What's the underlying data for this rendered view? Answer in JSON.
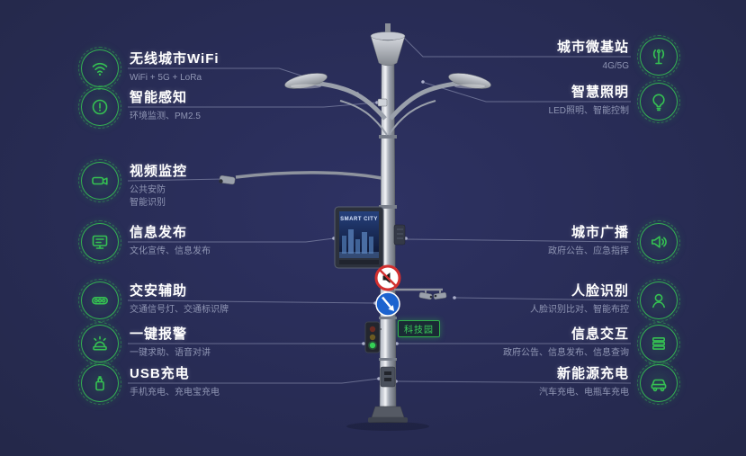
{
  "theme": {
    "background": "#282c55",
    "accent": "#2fb34a",
    "title_color": "#ffffff",
    "desc_color": "#9096b4",
    "line_color": "#a6abc8"
  },
  "pole": {
    "screen_title": "SMART CITY",
    "tag": "科技园"
  },
  "features_left": [
    {
      "icon": "wifi-icon",
      "title": "无线城市WiFi",
      "desc": "WiFi + 5G + LoRa"
    },
    {
      "icon": "sensor-icon",
      "title": "智能感知",
      "desc": "环境监测、PM2.5"
    },
    {
      "icon": "camera-icon",
      "title": "视频监控",
      "desc": "公共安防",
      "desc2": "智能识别"
    },
    {
      "icon": "screen-icon",
      "title": "信息发布",
      "desc": "文化宣传、信息发布"
    },
    {
      "icon": "traffic-icon",
      "title": "交安辅助",
      "desc": "交通信号灯、交通标识牌"
    },
    {
      "icon": "alarm-icon",
      "title": "一键报警",
      "desc": "一键求助、语音对讲"
    },
    {
      "icon": "usb-icon",
      "title": "USB充电",
      "desc": "手机充电、充电宝充电"
    }
  ],
  "features_right": [
    {
      "icon": "antenna-icon",
      "title": "城市微基站",
      "desc": "4G/5G"
    },
    {
      "icon": "bulb-icon",
      "title": "智慧照明",
      "desc": "LED照明、智能控制"
    },
    {
      "icon": "speaker-icon",
      "title": "城市广播",
      "desc": "政府公告、应急指挥"
    },
    {
      "icon": "face-icon",
      "title": "人脸识别",
      "desc": "人脸识别比对、智能布控"
    },
    {
      "icon": "layers-icon",
      "title": "信息交互",
      "desc": "政府公告、信息发布、信息查询"
    },
    {
      "icon": "car-icon",
      "title": "新能源充电",
      "desc": "汽车充电、电瓶车充电"
    }
  ]
}
